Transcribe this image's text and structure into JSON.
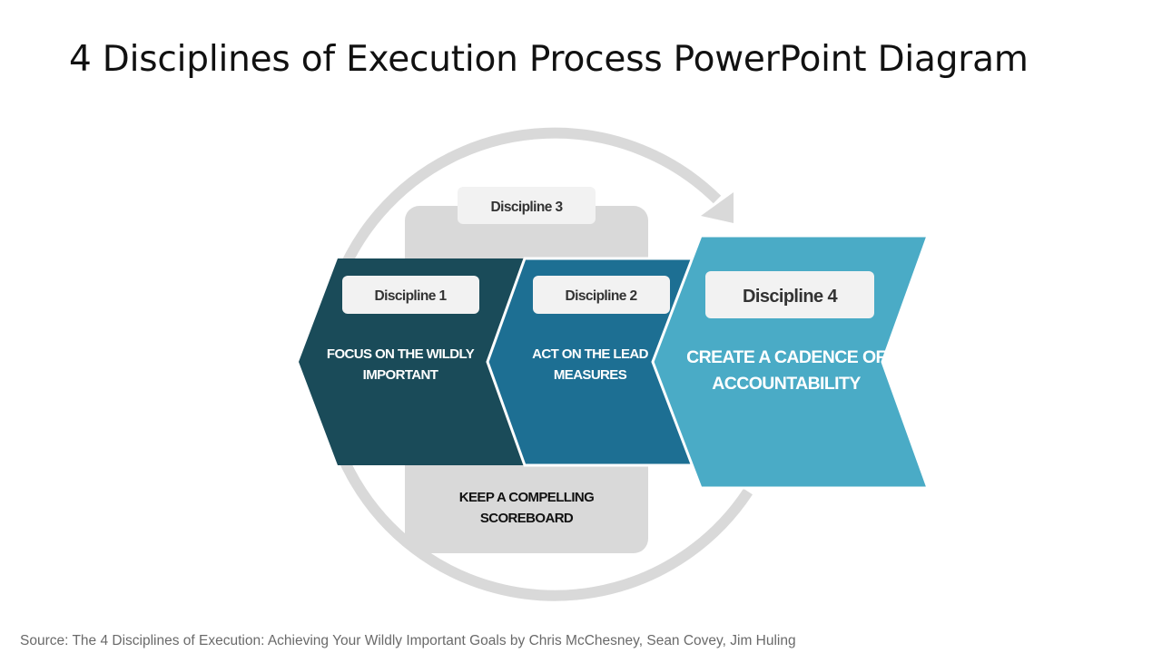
{
  "slide": {
    "title": "4 Disciplines of Execution Process PowerPoint Diagram",
    "source": "Source: The 4 Disciplines of Execution: Achieving Your Wildly Important Goals by Chris McChesney, Sean Covey, Jim Huling"
  },
  "disciplines": [
    {
      "label": "Discipline 1",
      "text_lines": [
        "FOCUS ON THE WILDLY",
        "IMPORTANT"
      ]
    },
    {
      "label": "Discipline 2",
      "text_lines": [
        "ACT ON THE LEAD",
        "MEASURES"
      ]
    },
    {
      "label": "Discipline 3",
      "text_lines": [
        "KEEP A COMPELLING",
        "SCOREBOARD"
      ]
    },
    {
      "label": "Discipline 4",
      "text_lines": [
        "CREATE A CADENCE OF",
        "ACCOUNTABILITY"
      ]
    }
  ],
  "colors": {
    "cycle_ring": "#d9d9d9",
    "discipline_1": "#1a4b59",
    "discipline_2": "#1d6f93",
    "discipline_3": "#d9d9d9",
    "discipline_4": "#4aabc6",
    "label_pill": "#f2f2f2",
    "label_text": "#333333",
    "shape_text_light": "#ffffff",
    "shape_text_dark": "#111111"
  }
}
